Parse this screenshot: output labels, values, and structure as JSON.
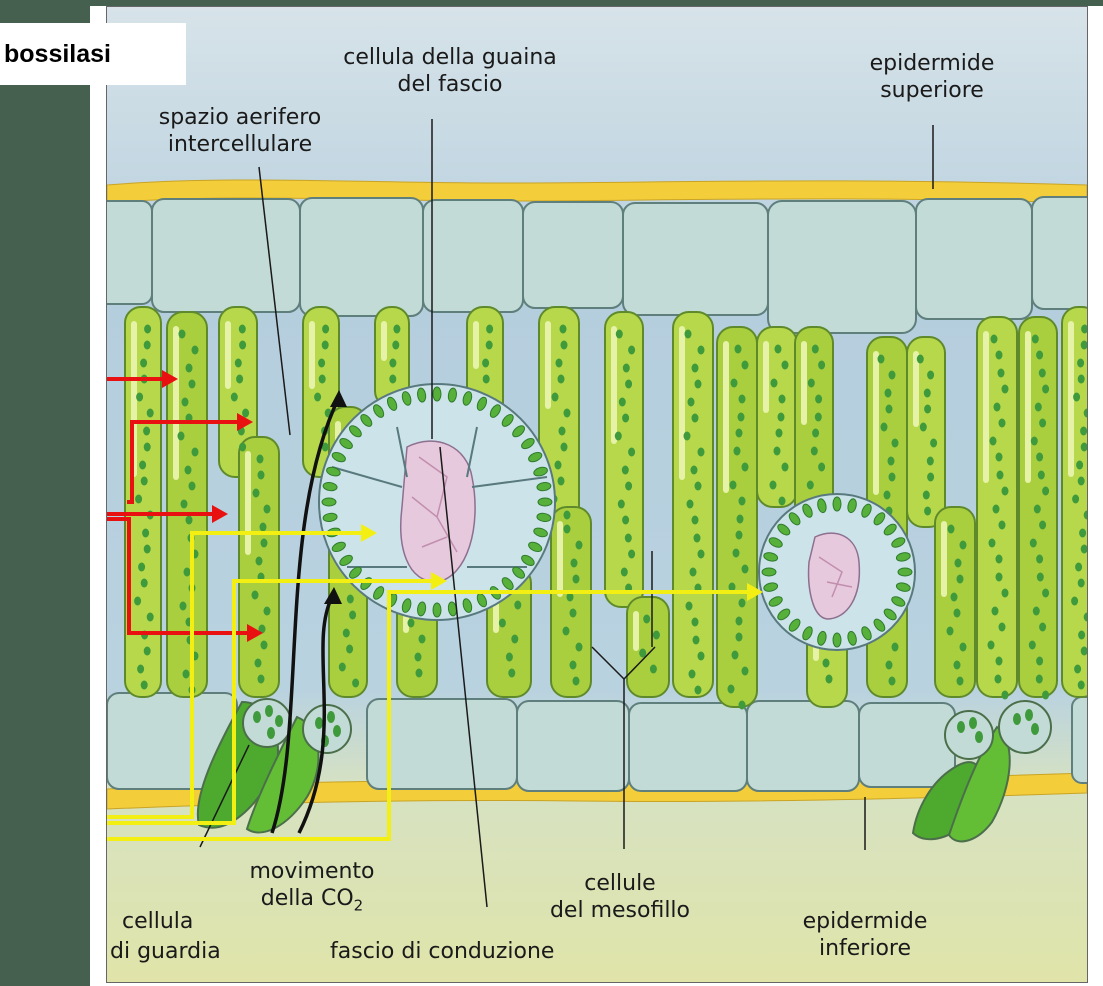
{
  "header": {
    "title_fragment": "bossilasi"
  },
  "labels": {
    "bundle_sheath_cell": {
      "line1": "cellula della guaina",
      "line2": "del fascio"
    },
    "upper_epidermis": {
      "line1": "epidermide",
      "line2": "superiore"
    },
    "air_space": {
      "line1": "spazio aerifero",
      "line2": "intercellulare"
    },
    "co2_movement": {
      "line1": "movimento",
      "line2_prefix": "della CO",
      "line2_sub": "2"
    },
    "guard_cell": {
      "line1": "cellula",
      "line2": "di guardia"
    },
    "vascular_bundle": "fascio di conduzione",
    "mesophyll_cells": {
      "line1": "cellule",
      "line2": "del mesofillo"
    },
    "lower_epidermis": {
      "line1": "epidermide",
      "line2": "inferiore"
    }
  },
  "colors": {
    "side_bar": "#45604e",
    "background_top": "#b9d0de",
    "background_bottom": "#dfe3ae",
    "cuticle": "#f3cd3a",
    "epidermis_cell": "#c3dbd6",
    "mesophyll_cell": "#a8cd3e",
    "chloroplast": "#3f9a3c",
    "bundle_sheath_cell": "#cde3ea",
    "vascular_tissue": "#e6c9dc",
    "red_arrow": "#e81010",
    "yellow_arrow": "#f4ef13",
    "black_arrow": "#111111"
  },
  "icons": [
    "red-arrow-icon",
    "yellow-arrow-icon",
    "co2-arrow-icon"
  ]
}
